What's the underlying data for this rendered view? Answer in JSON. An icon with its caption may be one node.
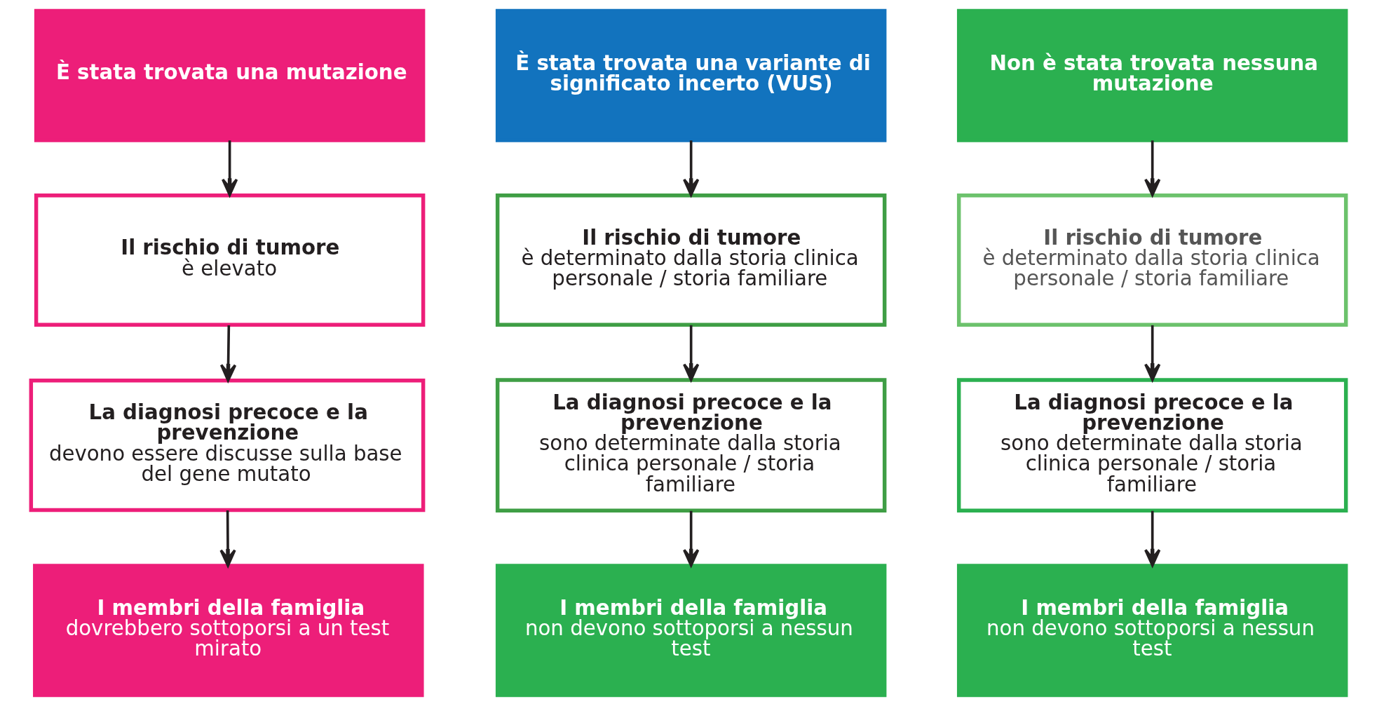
{
  "diagram": {
    "nodes": [
      {
        "text": [
          "È stata trovata una mutazione"
        ]
      },
      {
        "text": [
          "È stata trovata una variante di significato incerto (VUS)"
        ]
      },
      {
        "text": [
          "Non è stata trovata nessuna mutazione"
        ]
      },
      {
        "text": [
          "Il rischio di tumore",
          "è elevato"
        ]
      },
      {
        "text": [
          "Il rischio di tumore",
          "è determinato dalla storia clinica personale / storia familiare"
        ]
      },
      {
        "text": [
          "Il rischio di tumore",
          "è determinato dalla storia clinica personale / storia familiare"
        ]
      },
      {
        "text": [
          "La diagnosi precoce e la prevenzione",
          "devono essere discusse sulla base del gene mutato"
        ]
      },
      {
        "text": [
          "La diagnosi precoce e la prevenzione",
          "sono determinate dalla storia clinica personale / storia familiare"
        ]
      },
      {
        "text": [
          "La diagnosi precoce e la prevenzione",
          "sono determinate dalla storia clinica personale / storia familiare"
        ]
      },
      {
        "text": [
          "I membri della famiglia",
          "dovrebbero sottoporsi a un test mirato"
        ]
      },
      {
        "text": [
          "I membri della famiglia",
          "non devono sottoporsi a nessun test"
        ]
      },
      {
        "text": [
          "I membri della famiglia",
          "non devono sottoporsi a nessun test"
        ]
      }
    ],
    "edges": [
      {
        "from": 0,
        "to": 3,
        "arrow": "to"
      },
      {
        "from": 1,
        "to": 4,
        "arrow": "to"
      },
      {
        "from": 2,
        "to": 5,
        "arrow": "to"
      },
      {
        "from": 3,
        "to": 6,
        "arrow": "to"
      },
      {
        "from": 4,
        "to": 7,
        "arrow": "to"
      },
      {
        "from": 5,
        "to": 8,
        "arrow": "to"
      },
      {
        "from": 6,
        "to": 9,
        "arrow": "to"
      },
      {
        "from": 7,
        "to": 10,
        "arrow": "to"
      },
      {
        "from": 8,
        "to": 11,
        "arrow": "to"
      }
    ]
  }
}
